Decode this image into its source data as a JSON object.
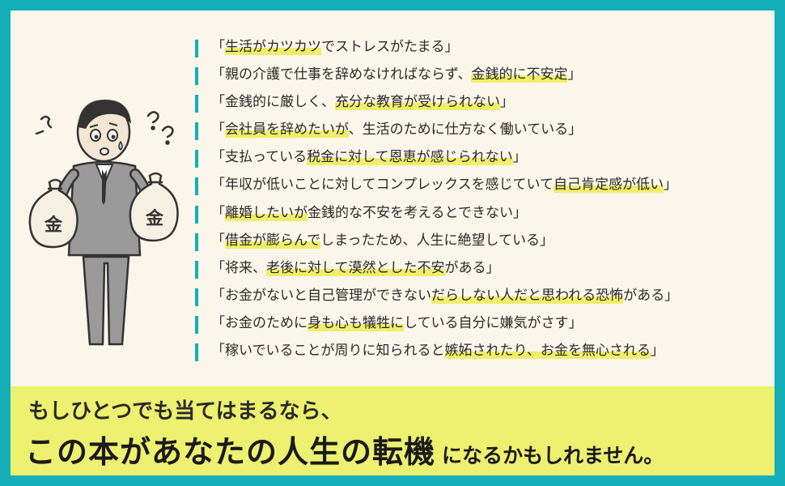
{
  "items": [
    {
      "before": "「",
      "highlight": "生活がカツカツ",
      "after": "でストレスがたまる」"
    },
    {
      "before": "「親の介護で仕事を辞めなければならず、",
      "highlight": "金銭的に不安定",
      "after": "」"
    },
    {
      "before": "「金銭的に厳しく、",
      "highlight": "充分な教育が受けられない",
      "after": "」"
    },
    {
      "before": "「",
      "highlight": "会社員を辞めたいが",
      "after": "、生活のために仕方なく働いている」"
    },
    {
      "before": "「支払っている",
      "highlight": "税金に対して恩恵が感じられない",
      "after": "」"
    },
    {
      "before": "「年収が低いことに対してコンプレックスを感じていて",
      "highlight": "自己肯定感が低い",
      "after": "」"
    },
    {
      "before": "「",
      "highlight": "離婚したいが",
      "after": "金銭的な不安を考えるとできない」"
    },
    {
      "before": "「",
      "highlight": "借金が膨らんで",
      "after": "しまったため、人生に絶望している」"
    },
    {
      "before": "「将来、",
      "highlight": "老後に対して漠然とした不安",
      "after": "がある」"
    },
    {
      "before": "「お金がないと自己管理ができない",
      "highlight": "だらしない人だと思われる恐怖",
      "after": "がある」"
    },
    {
      "before": "「お金のために",
      "highlight": "身も心も犠牲に",
      "after": "している自分に嫌気がさす」"
    },
    {
      "before": "「稼いでいることが周りに知られると",
      "highlight": "嫉妬されたり、お金を無心される",
      "after": "」"
    }
  ],
  "bags": {
    "left": "金",
    "right": "金"
  },
  "bottom": {
    "line1": "もしひとつでも当てはまるなら、",
    "line2_big": "この本があなたの人生の転機",
    "line2_small": "になるかもしれません。"
  },
  "colors": {
    "frame": "#14AFB8",
    "background": "#FAF6EA",
    "highlight": "#F0EE6A",
    "bottom_band": "#EEF06F",
    "suit": "#9A9A9A"
  }
}
